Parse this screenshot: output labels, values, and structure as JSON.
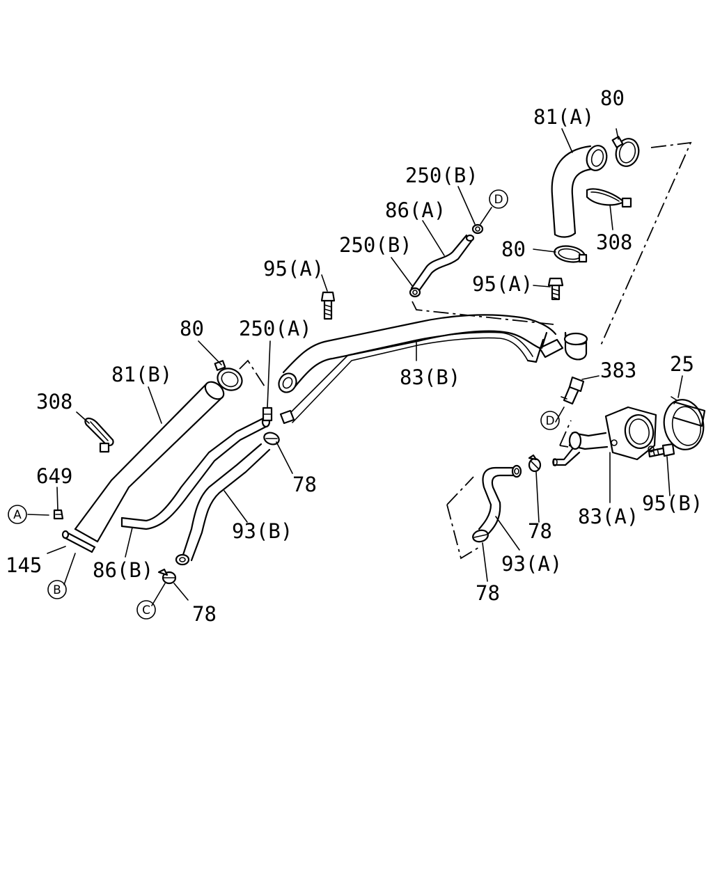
{
  "callouts": {
    "c80_top": "80",
    "c81A": "81(A)",
    "c308_right": "308",
    "c250B_upper": "250(B)",
    "c86A": "86(A)",
    "c250B_lower": "250(B)",
    "c80_mid": "80",
    "c95A_right": "95(A)",
    "c95A_left": "95(A)",
    "c80_left": "80",
    "c250A": "250(A)",
    "c83B": "83(B)",
    "c81B": "81(B)",
    "c383": "383",
    "c25": "25",
    "c308_left": "308",
    "c78_mid": "78",
    "c649": "649",
    "c93B": "93(B)",
    "c83A": "83(A)",
    "c95B": "95(B)",
    "c78_right": "78",
    "c145": "145",
    "c86B": "86(B)",
    "c93A": "93(A)",
    "c78_bottom_right": "78",
    "c78_bottom_left": "78"
  },
  "connectors": {
    "A": "A",
    "B": "B",
    "C": "C",
    "D_top": "D",
    "D_mid": "D"
  }
}
